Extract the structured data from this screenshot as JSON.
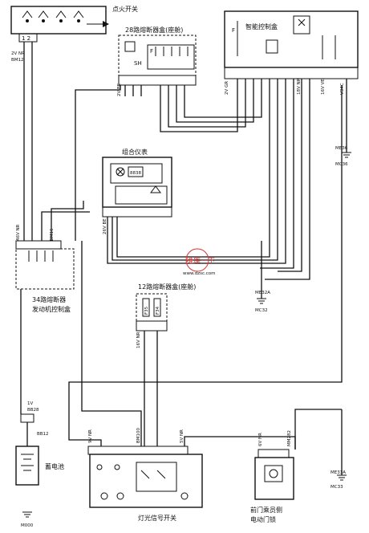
{
  "components": {
    "ignition_switch": "点火开关",
    "fuse_box_28": "28路熔断器盒(座舱)",
    "smart_control_box": "智能控制盒",
    "instrument_cluster": "组合仪表",
    "fuse_box_34_line1": "34路熔断器",
    "fuse_box_34_line2": "发动机控制盒",
    "fuse_box_12": "12路熔断器盒(座舱)",
    "battery": "蓄电池",
    "light_switch": "灯光信号开关",
    "door_lock_line1": "前门乘员侧",
    "door_lock_line2": "电动门锁"
  },
  "labels": {
    "ign_wire": "2V NR",
    "ign_wire_code": "BM12",
    "fuse28_connector": "2V BE",
    "fuse28_sh": "SH",
    "fuse28_f": "F",
    "smart_f": "F",
    "smart_connector_a": "2V GR",
    "smart_connector_b": "18V NR",
    "smart_connector_c": "16V VE",
    "smart_connector_d": "V34C",
    "ground_mc36": "MC36",
    "ground_me36": "ME36",
    "cluster_display": "8838",
    "cluster_connector": "26V BE",
    "fuse34_connector": "46V NR",
    "fuse34_code": "BM16",
    "battery_wire": "1V",
    "battery_code_a": "BB28",
    "battery_code_b": "BB12",
    "ground_m000": "M000",
    "ground_me32a": "ME32A",
    "ground_mc32": "MC32",
    "fuse12_connector": "16V NR",
    "fuse12_f1": "F35",
    "fuse12_f2": "F34",
    "light_connector_a": "9V NR",
    "light_connector_b": "BM100",
    "light_connector_c": "5V NR",
    "door_connector": "6V NR",
    "door_code": "MM282",
    "ground_me33a": "ME33A",
    "ground_mc33": "MC33",
    "watermark_site": "www.dzsc.com"
  }
}
